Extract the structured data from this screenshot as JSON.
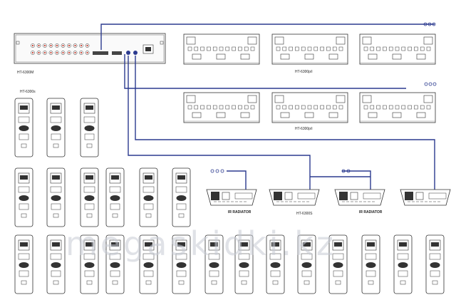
{
  "central_unit": {
    "label": "HT-6300M"
  },
  "unit_label_top": "HT-6300s",
  "expansion_label_1": "HT-6300p/i",
  "expansion_label_2": "HT-6300p/i",
  "radiator_center_label": "HT-6300S",
  "radiator_label_left": "IR RADIATOR",
  "radiator_label_right": "IR RADIATOR",
  "watermark": "megaskidki.kz",
  "colors": {
    "cable": "#2b3a8f",
    "line": "#333333"
  }
}
